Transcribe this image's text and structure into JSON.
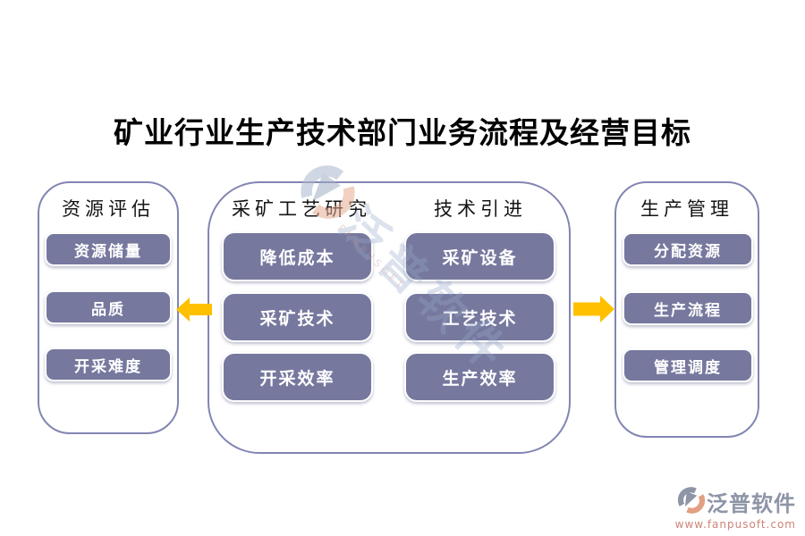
{
  "title": "矿业行业生产技术部门业务流程及经营目标",
  "panels": {
    "resource": {
      "title": "资源评估",
      "items": [
        "资源储量",
        "品质",
        "开采难度"
      ]
    },
    "research": {
      "title": "采矿工艺研究",
      "items": [
        "降低成本",
        "采矿技术",
        "开采效率"
      ]
    },
    "tech": {
      "title": "技术引进",
      "items": [
        "采矿设备",
        "工艺技术",
        "生产效率"
      ]
    },
    "production": {
      "title": "生产管理",
      "items": [
        "分配资源",
        "生产流程",
        "管理调度"
      ]
    }
  },
  "arrows": [
    {
      "name": "flow-arrow-left",
      "direction": "left",
      "color": "#FFC000"
    },
    {
      "name": "flow-arrow-right",
      "direction": "right",
      "color": "#FFC000"
    }
  ],
  "colors": {
    "node_fill": "#76789E",
    "panel_border": "#8285B2",
    "arrow": "#FFC000",
    "title_text": "#000000",
    "logo_text": "#8D95A6",
    "logo_url_text": "#CC8377"
  },
  "watermark": {
    "text": "泛普软件",
    "subtext": "FANPUSOFT"
  },
  "logo": {
    "brand": "泛普软件",
    "url": "www.fanpusoft.com"
  }
}
